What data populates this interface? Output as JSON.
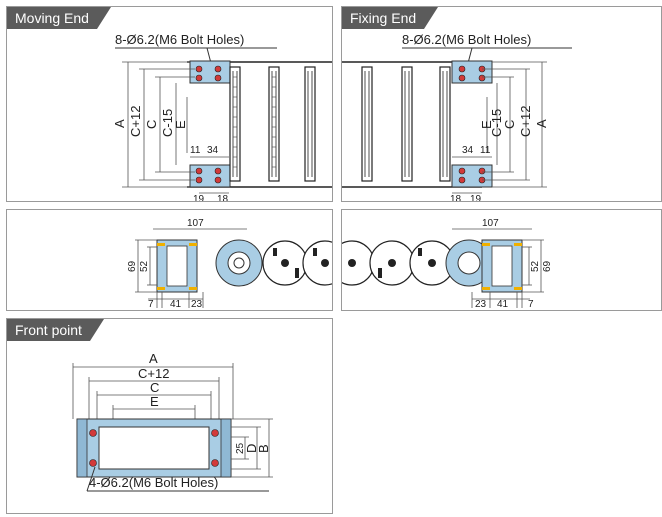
{
  "panels": {
    "moving_end": {
      "title": "Moving End"
    },
    "fixing_end": {
      "title": "Fixing End"
    },
    "front_point": {
      "title": "Front point"
    }
  },
  "moving_end": {
    "holes_label": "8-Ø6.2(M6 Bolt Holes)",
    "dims": {
      "A": "A",
      "C12": "C+12",
      "C": "C",
      "C15": "C-15",
      "E": "E",
      "d11": "11",
      "d34": "34",
      "d19": "19",
      "d18": "18"
    }
  },
  "fixing_end": {
    "holes_label": "8-Ø6.2(M6 Bolt Holes)",
    "dims": {
      "A": "A",
      "C12": "C+12",
      "C": "C",
      "C15": "C-15",
      "E": "E",
      "d11": "11",
      "d34": "34",
      "d19": "19",
      "d18": "18"
    }
  },
  "moving_side": {
    "dims": {
      "d107": "107",
      "d69": "69",
      "d52": "52",
      "d7": "7",
      "d41": "41",
      "d23": "23"
    }
  },
  "fixing_side": {
    "dims": {
      "d107": "107",
      "d69": "69",
      "d52": "52",
      "d7": "7",
      "d41": "41",
      "d23": "23"
    }
  },
  "front_point": {
    "holes_label": "4-Ø6.2(M6 Bolt Holes)",
    "dims": {
      "A": "A",
      "C12": "C+12",
      "C": "C",
      "E": "E",
      "d25": "25",
      "D": "D",
      "B": "B"
    }
  },
  "colors": {
    "tab": "#5b5b5b",
    "bracket": "#a9cde4",
    "hole": "#d23a3a",
    "mark": "#f0b000"
  }
}
